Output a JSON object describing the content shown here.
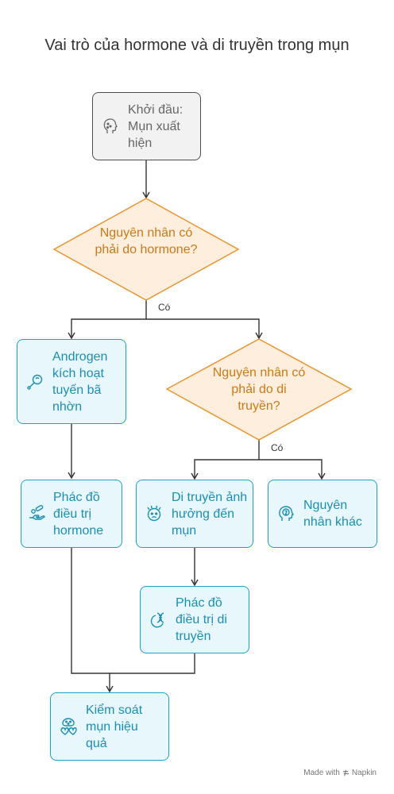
{
  "title": "Vai trò của hormone và di truyền trong mụn",
  "nodes": {
    "start": "Khởi đầu: Mụn xuất hiện",
    "decision_hormone": "Nguyên nhân có phải do hormone?",
    "androgen": "Androgen kích hoạt tuyến bã nhờn",
    "decision_genetic": "Nguyên nhân có phải do di truyền?",
    "hormone_treatment": "Phác đồ điều trị hormone",
    "genetic_influence": "Di truyền ảnh hưởng đến mụn",
    "other_causes": "Nguyên nhân khác",
    "genetic_treatment": "Phác đồ điều trị di truyền",
    "acne_control": "Kiểm soát mụn hiệu quả"
  },
  "edges": {
    "yes_1": "Có",
    "yes_2": "Có"
  },
  "credit": {
    "made_with": "Made with",
    "brand": "Napkin"
  },
  "colors": {
    "start_fill": "#f2f2f2",
    "start_stroke": "#4d4d4d",
    "decision_fill": "#fdeedd",
    "decision_stroke": "#e8952e",
    "decision_text": "#c97a16",
    "process_fill": "#e8f7fb",
    "process_stroke": "#1aa3c6",
    "process_text": "#1a8fb1",
    "connector": "#333333"
  },
  "icons": {
    "start": "face-with-acne-icon",
    "androgen": "gland-icon",
    "hormone_treatment": "pills-in-hand-icon",
    "genetic_influence": "stressed-face-icon",
    "other_causes": "question-in-head-icon",
    "genetic_treatment": "dna-treatment-icon",
    "acne_control": "clear-skin-icon"
  }
}
